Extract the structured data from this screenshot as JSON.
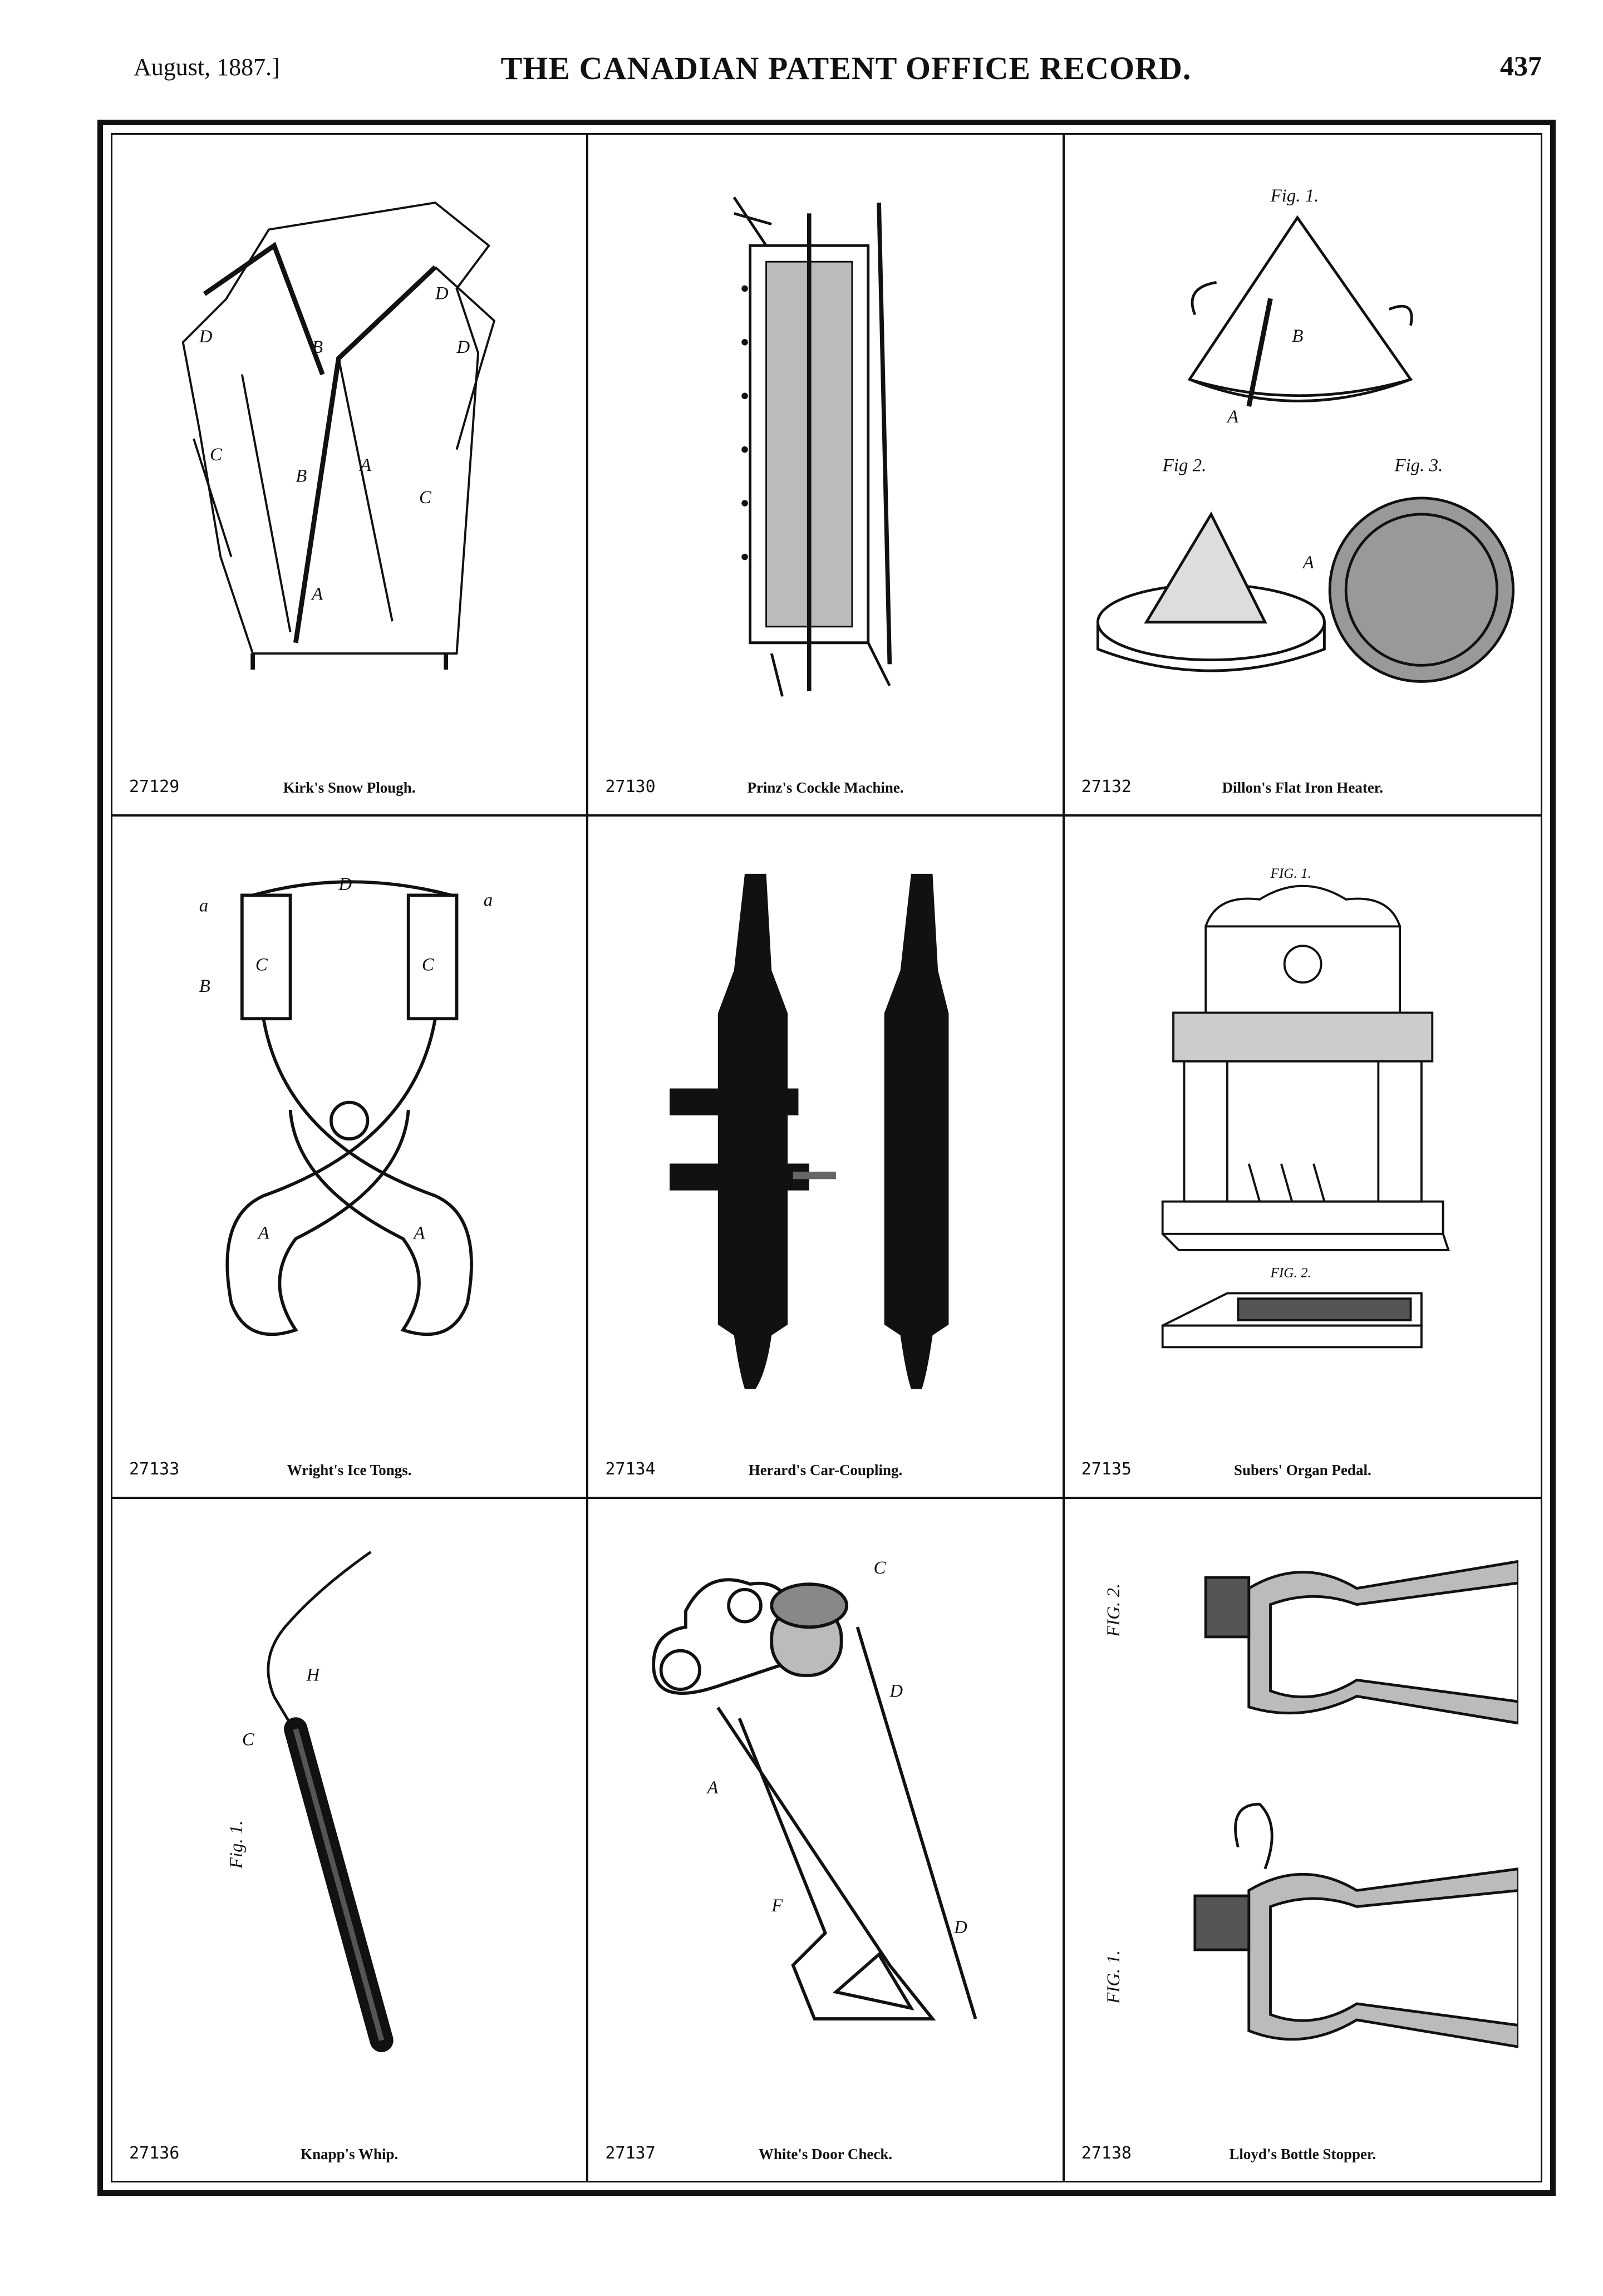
{
  "header": {
    "date": "August, 1887.]",
    "title": "THE CANADIAN PATENT OFFICE RECORD.",
    "page": "437"
  },
  "patents": [
    {
      "number": "27129",
      "title": "Kirk's Snow Plough."
    },
    {
      "number": "27130",
      "title": "Prinz's Cockle Machine."
    },
    {
      "number": "27132",
      "title": "Dillon's Flat Iron Heater."
    },
    {
      "number": "27133",
      "title": "Wright's Ice Tongs."
    },
    {
      "number": "27134",
      "title": "Herard's Car-Coupling."
    },
    {
      "number": "27135",
      "title": "Subers' Organ Pedal."
    },
    {
      "number": "27136",
      "title": "Knapp's Whip."
    },
    {
      "number": "27137",
      "title": "White's Door Check."
    },
    {
      "number": "27138",
      "title": "Lloyd's Bottle Stopper."
    }
  ],
  "figure_labels": {
    "heater_fig1": "Fig. 1.",
    "heater_fig2": "Fig 2.",
    "heater_fig3": "Fig. 3.",
    "organ_fig1": "FIG. 1.",
    "organ_fig2": "FIG. 2.",
    "whip_fig": "Fig. 1.",
    "stopper_fig2": "FIG. 2.",
    "stopper_fig1": "FIG. 1."
  }
}
